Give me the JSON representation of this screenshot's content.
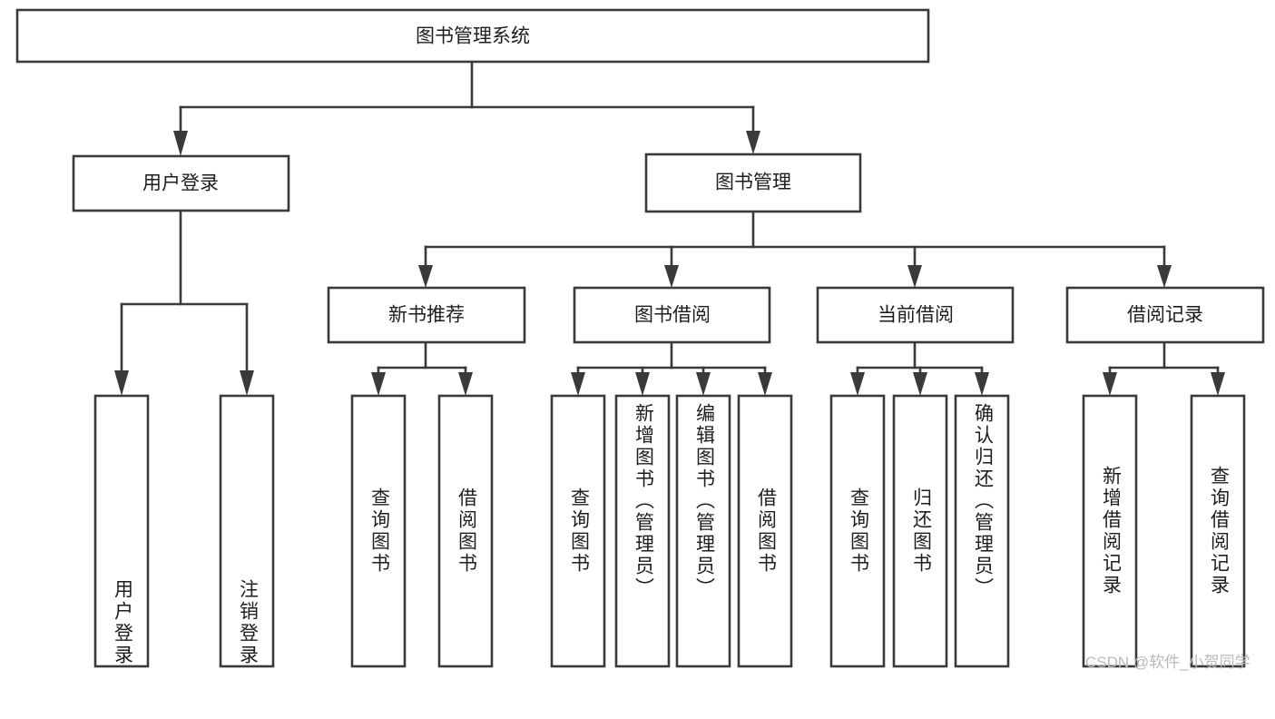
{
  "diagram": {
    "type": "tree-hierarchy",
    "title": "图书管理系统",
    "background_color": "#ffffff",
    "line_color": "#3a3a3a",
    "text_color": "#1d1d1d",
    "root": {
      "label": "图书管理系统",
      "orientation": "horizontal"
    },
    "level1": [
      {
        "label": "用户登录",
        "orientation": "horizontal"
      },
      {
        "label": "图书管理",
        "orientation": "horizontal"
      }
    ],
    "level2": [
      {
        "label": "新书推荐",
        "orientation": "horizontal"
      },
      {
        "label": "图书借阅",
        "orientation": "horizontal"
      },
      {
        "label": "当前借阅",
        "orientation": "horizontal"
      },
      {
        "label": "借阅记录",
        "orientation": "horizontal"
      }
    ],
    "leaves": {
      "user_login": [
        {
          "label": "用户登录",
          "orientation": "vertical"
        },
        {
          "label": "注销登录",
          "orientation": "vertical"
        }
      ],
      "new_book_recommend": [
        {
          "label": "查询图书",
          "orientation": "vertical"
        },
        {
          "label": "借阅图书",
          "orientation": "vertical"
        }
      ],
      "book_borrow": [
        {
          "label": "查询图书",
          "orientation": "vertical"
        },
        {
          "label": "新增图书（管理员）",
          "orientation": "vertical"
        },
        {
          "label": "编辑图书（管理员）",
          "orientation": "vertical"
        },
        {
          "label": "借阅图书",
          "orientation": "vertical"
        }
      ],
      "current_borrow": [
        {
          "label": "查询图书",
          "orientation": "vertical"
        },
        {
          "label": "归还图书",
          "orientation": "vertical"
        },
        {
          "label": "确认归还（管理员）",
          "orientation": "vertical"
        }
      ],
      "borrow_record": [
        {
          "label": "新增借阅记录",
          "orientation": "vertical"
        },
        {
          "label": "查询借阅记录",
          "orientation": "vertical"
        }
      ]
    }
  },
  "watermark": {
    "text": "CSDN @软件_小贺同学"
  }
}
